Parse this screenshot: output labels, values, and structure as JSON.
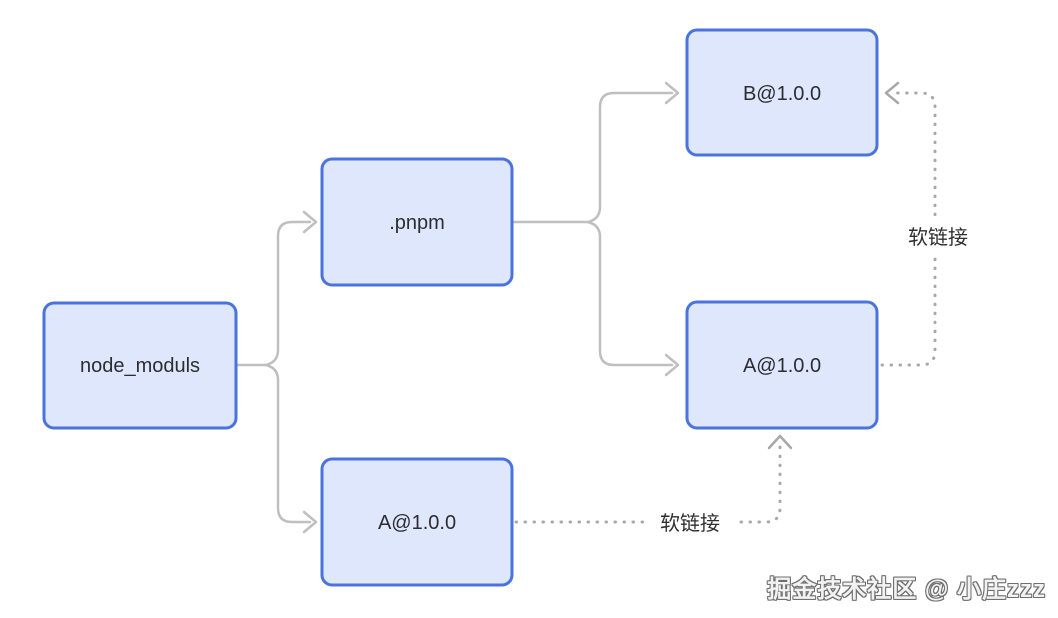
{
  "diagram": {
    "nodes": [
      {
        "id": "node_moduls",
        "label": "node_moduls"
      },
      {
        "id": "pnpm-dir",
        "label": ".pnpm"
      },
      {
        "id": "a-bottom",
        "label": "A@1.0.0"
      },
      {
        "id": "b-top",
        "label": "B@1.0.0"
      },
      {
        "id": "a-right",
        "label": "A@1.0.0"
      }
    ],
    "edges": [
      {
        "from": "node_moduls",
        "to": "pnpm-dir",
        "style": "solid"
      },
      {
        "from": "node_moduls",
        "to": "a-bottom",
        "style": "solid"
      },
      {
        "from": "pnpm-dir",
        "to": "b-top",
        "style": "solid"
      },
      {
        "from": "pnpm-dir",
        "to": "a-right",
        "style": "solid"
      },
      {
        "from": "a-bottom",
        "to": "a-right",
        "style": "dotted",
        "label": "软链接"
      },
      {
        "from": "a-right",
        "to": "b-top",
        "style": "dotted",
        "label": "软链接"
      }
    ],
    "edge_labels": {
      "softlink_bottom": "软链接",
      "softlink_right": "软链接"
    }
  },
  "watermark": {
    "text": "掘金技术社区 @ 小庄zzz"
  },
  "colors": {
    "page_bg": "#ffffff",
    "box_fill": "#dee7fb",
    "box_border": "#4a73dd",
    "node_text": "#2b2d33",
    "line_color": "#bfbfbf",
    "dot_color": "#a8a8a8",
    "label_text": "#2f2f2f"
  }
}
